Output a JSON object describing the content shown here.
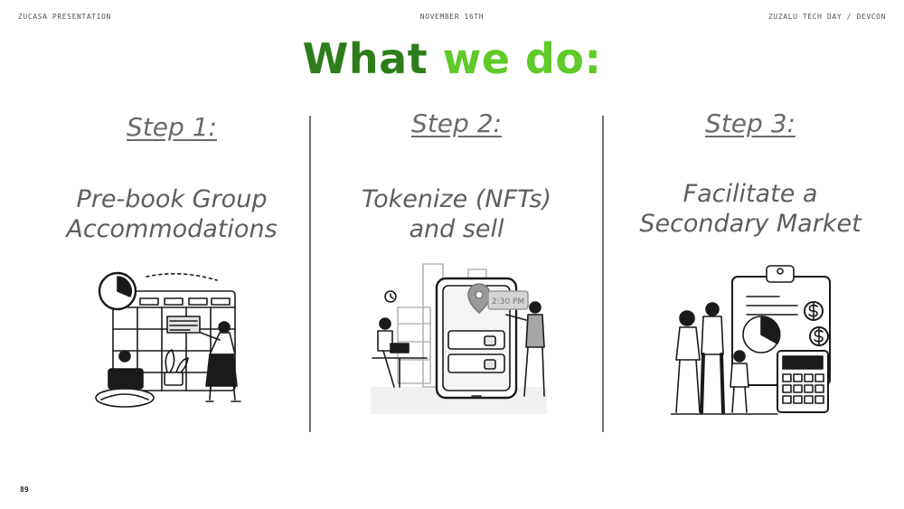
{
  "header": {
    "left": "ZUCASA PRESENTATION",
    "center": "NOVEMBER 16TH",
    "right": "ZUZALU TECH DAY / DEVCON"
  },
  "title": {
    "part1": "What",
    "part2": "we do:"
  },
  "steps": [
    {
      "label": "Step 1:",
      "line1": "Pre-book Group",
      "line2": "Accommodations",
      "illustration": "calendar-planning-illustration"
    },
    {
      "label": "Step 2:",
      "line1": "Tokenize (NFTs)",
      "line2": "and sell",
      "illustration": "mobile-nft-illustration"
    },
    {
      "label": "Step 3:",
      "line1": "Facilitate a",
      "line2": "Secondary Market",
      "illustration": "finance-team-illustration"
    }
  ],
  "illustration_labels": {
    "phone_time": "2:30 PM"
  },
  "page_number": "89",
  "colors": {
    "title_dark": "#2e7d1b",
    "title_light": "#5fca28",
    "text_grey": "#5e5e5e",
    "divider": "#6a7480"
  }
}
